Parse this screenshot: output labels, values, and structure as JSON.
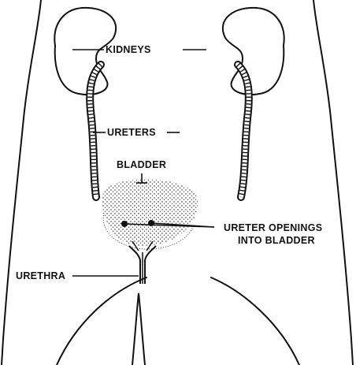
{
  "diagram": {
    "labels": {
      "kidneys": "KIDNEYS",
      "ureters": "URETERS",
      "bladder": "BLADDER",
      "ureter_openings_line1": "URETER OPENINGS",
      "ureter_openings_line2": "INTO BLADDER",
      "urethra": "URETHRA"
    },
    "colors": {
      "ink": "#111111",
      "background": "#ffffff"
    }
  }
}
